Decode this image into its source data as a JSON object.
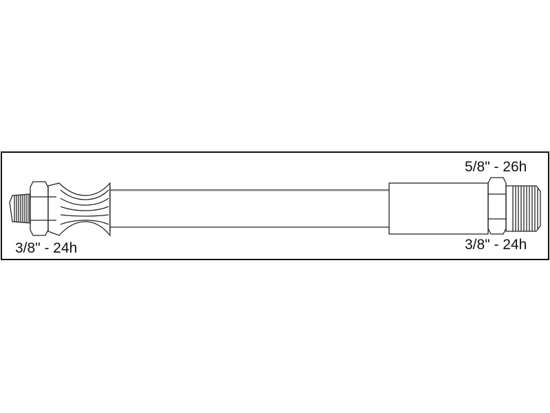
{
  "diagram": {
    "labels": {
      "left_thread": "3/8\" - 24h",
      "right_top_thread": "5/8\" - 26h",
      "right_bottom_thread": "3/8\" - 24h"
    },
    "colors": {
      "stroke": "#222222",
      "frame": "#111111",
      "background": "#ffffff"
    }
  }
}
